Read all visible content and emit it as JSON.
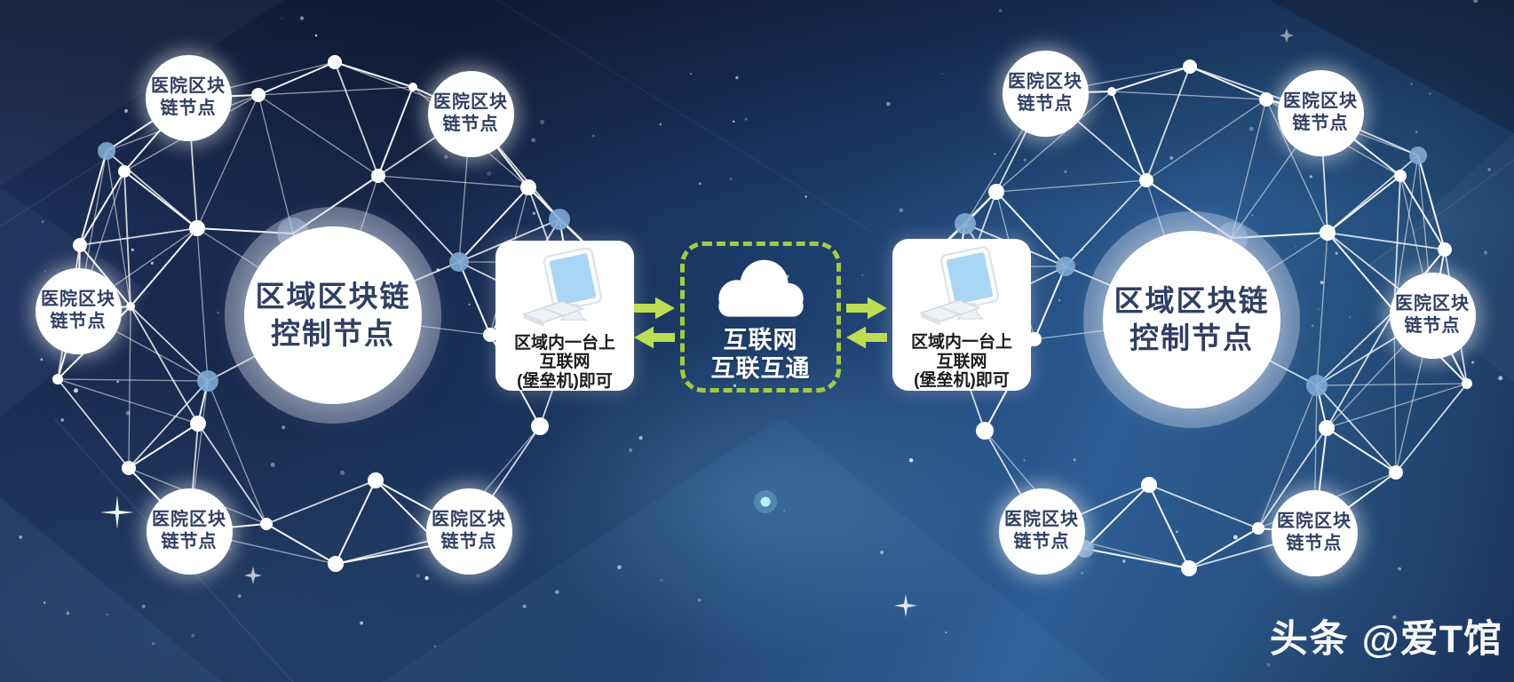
{
  "watermark": {
    "brand": "头条",
    "handle": "@爱T馆"
  },
  "colors": {
    "arrow_green": "#bedd50",
    "dash_green": "#a3cb3e",
    "node_text": "#303e63",
    "box_text": "#1b1b1b",
    "screen_blue": "#a9d6f5"
  },
  "left_sphere": {
    "center_label": {
      "line1": "区域区块链",
      "line2": "控制节点"
    },
    "satellites": [
      {
        "line1": "医院区块",
        "line2": "链节点"
      },
      {
        "line1": "医院区块",
        "line2": "链节点"
      },
      {
        "line1": "医院区块",
        "line2": "链节点"
      },
      {
        "line1": "医院区块",
        "line2": "链节点"
      },
      {
        "line1": "医院区块",
        "line2": "链节点"
      }
    ]
  },
  "right_sphere": {
    "center_label": {
      "line1": "区域区块链",
      "line2": "控制节点"
    },
    "satellites": [
      {
        "line1": "医院区块",
        "line2": "链节点"
      },
      {
        "line1": "医院区块",
        "line2": "链节点"
      },
      {
        "line1": "医院区块",
        "line2": "链节点"
      },
      {
        "line1": "医院区块",
        "line2": "链节点"
      },
      {
        "line1": "医院区块",
        "line2": "链节点"
      }
    ]
  },
  "bastion_boxes": {
    "left": {
      "lines": [
        "区域内一台上",
        "互联网",
        "(堡垒机)即可"
      ]
    },
    "right": {
      "lines": [
        "区域内一台上",
        "互联网",
        "(堡垒机)即可"
      ]
    }
  },
  "internet": {
    "line1": "互联网",
    "line2": "互联互通"
  }
}
